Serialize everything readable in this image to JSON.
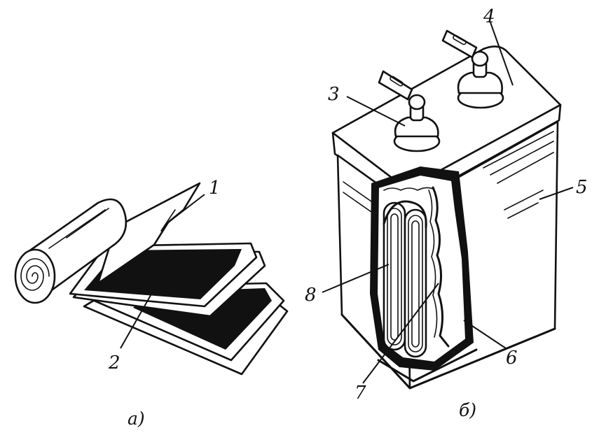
{
  "figure": {
    "callouts": {
      "c1": "1",
      "c2": "2",
      "c3": "3",
      "c4": "4",
      "c5": "5",
      "c6": "6",
      "c7": "7",
      "c8": "8"
    },
    "captions": {
      "a": "а)",
      "b": "б)"
    }
  },
  "colors": {
    "ink": "#111111",
    "paper": "#ffffff"
  }
}
